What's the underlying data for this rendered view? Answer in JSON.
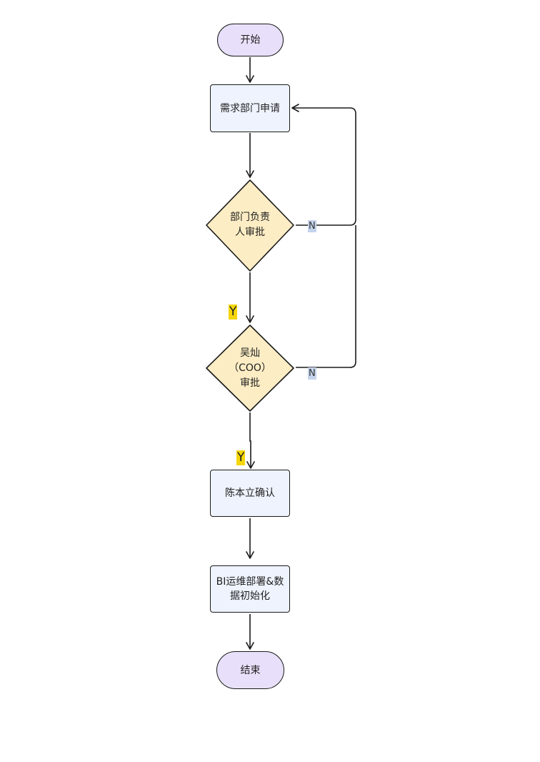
{
  "nodes": {
    "start": "开始",
    "request": "需求部门申请",
    "dept_approval": "部门负责\n人审批",
    "coo_approval": "吴灿\n（COO）\n审批",
    "confirm": "陈本立确认",
    "deploy": "BI运维部署&数\n据初始化",
    "end": "结束"
  },
  "edge_labels": {
    "dept_yes": "Y",
    "dept_no": "N",
    "coo_yes": "Y",
    "coo_no": "N"
  },
  "colors": {
    "terminal_fill": "#e8e0fa",
    "process_fill": "#eef3fd",
    "decision_fill": "#fdedc4",
    "stroke": "#1a1a1a",
    "yes_tag": "#f5d60a",
    "no_tag": "#c5d4ec"
  }
}
